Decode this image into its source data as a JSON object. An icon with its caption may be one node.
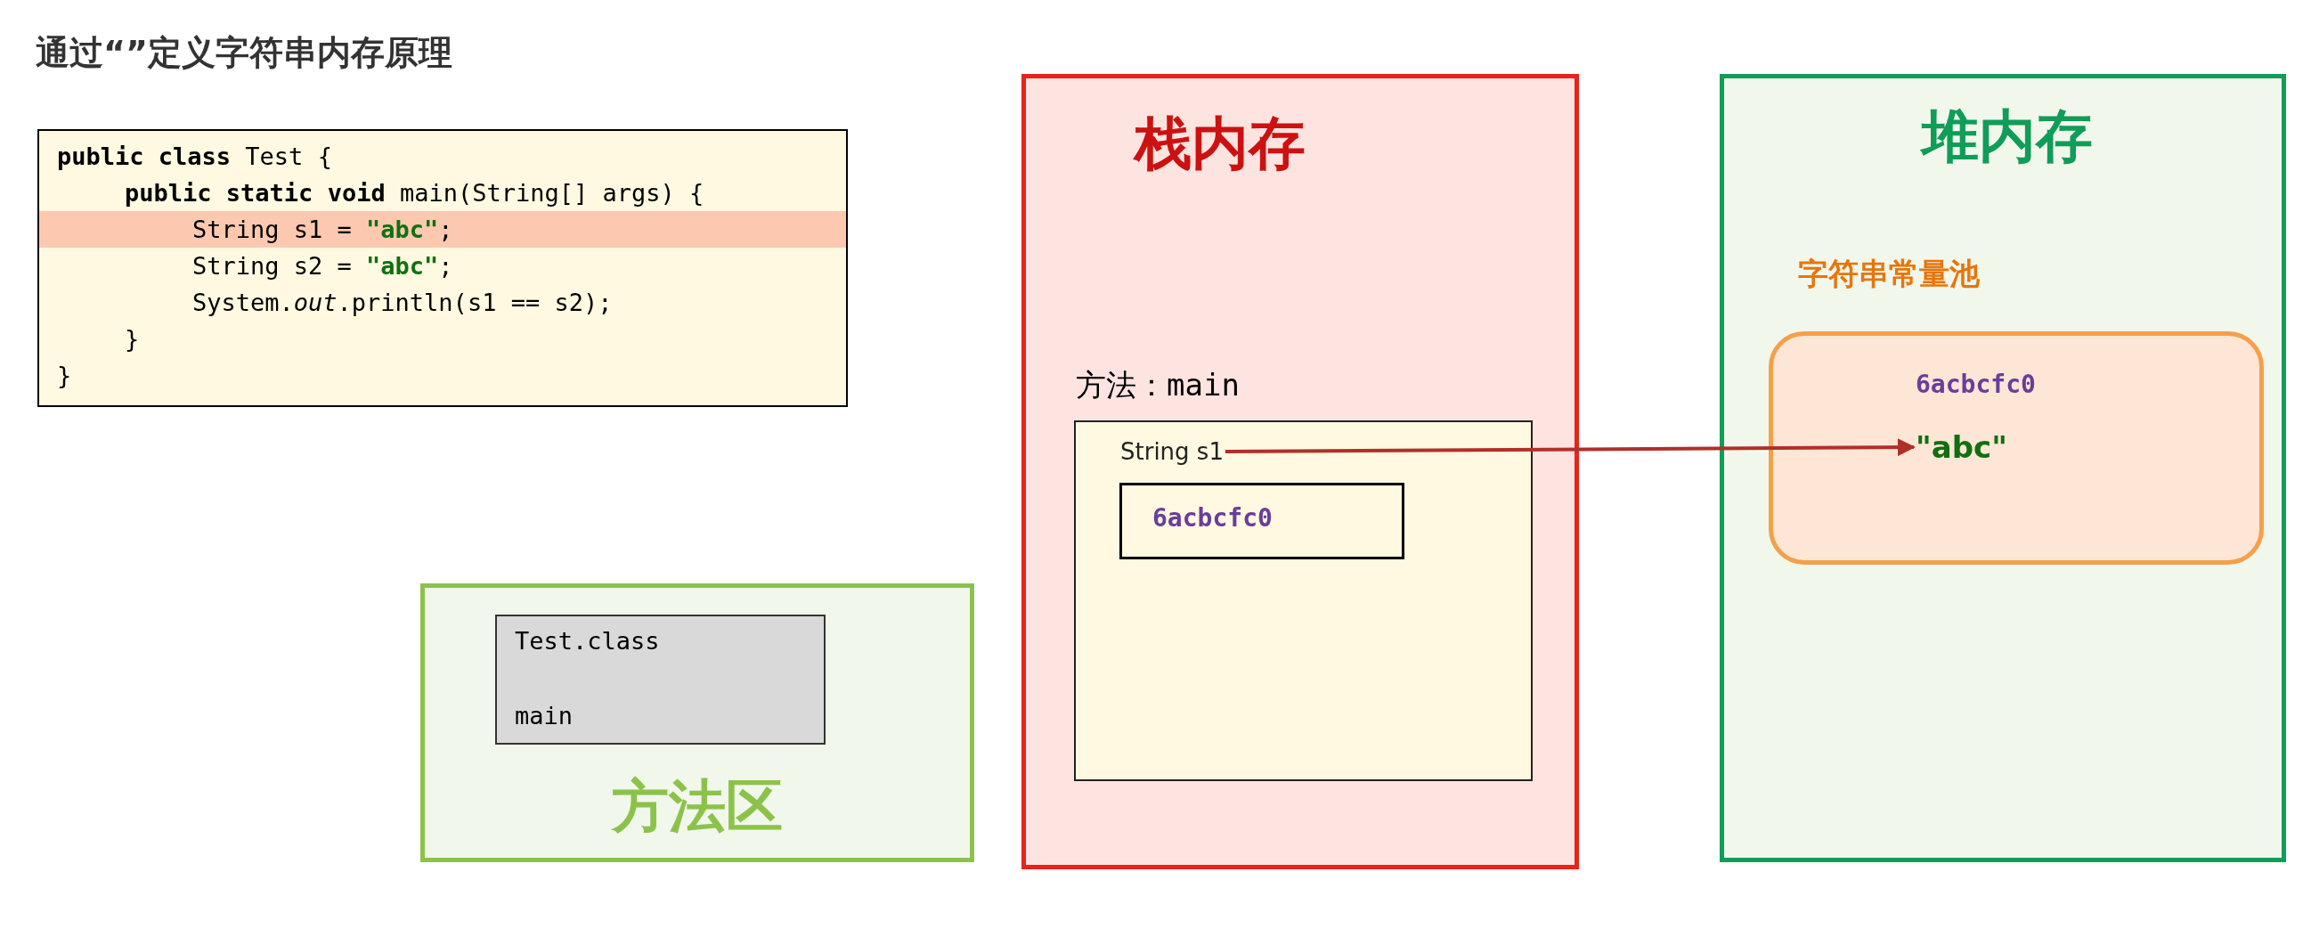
{
  "diagram": {
    "title": "通过“”定义字符串内存原理",
    "nodes": [
      {
        "text": [
          "**public** **class** Test {",
          "**public** **static** **void** main(String[] args) {",
          "String s1 = \"abc\";",
          "String s2 = \"abc\";",
          "System.*out*.println(s1 == s2);",
          "}",
          "}"
        ]
      },
      {
        "text": [
          "方法区"
        ]
      },
      {
        "text": [
          "Test.class",
          "main"
        ],
        "in": 1
      },
      {
        "text": [
          "栈内存"
        ]
      },
      {
        "text": [
          "方法：main"
        ],
        "in": 3
      },
      {
        "text": [
          "String s1"
        ],
        "in": 4
      },
      {
        "text": [
          "6acbcfc0"
        ],
        "in": 4
      },
      {
        "text": [
          "堆内存"
        ]
      },
      {
        "text": [
          "字符串常量池",
          "6acbcfc0"
        ],
        "in": 7
      },
      {
        "text": [
          "\"abc\""
        ],
        "in": 8
      }
    ],
    "edges": [
      {
        "from": 5,
        "to": 9,
        "arrow": "to",
        "color": "#b03028"
      }
    ]
  }
}
